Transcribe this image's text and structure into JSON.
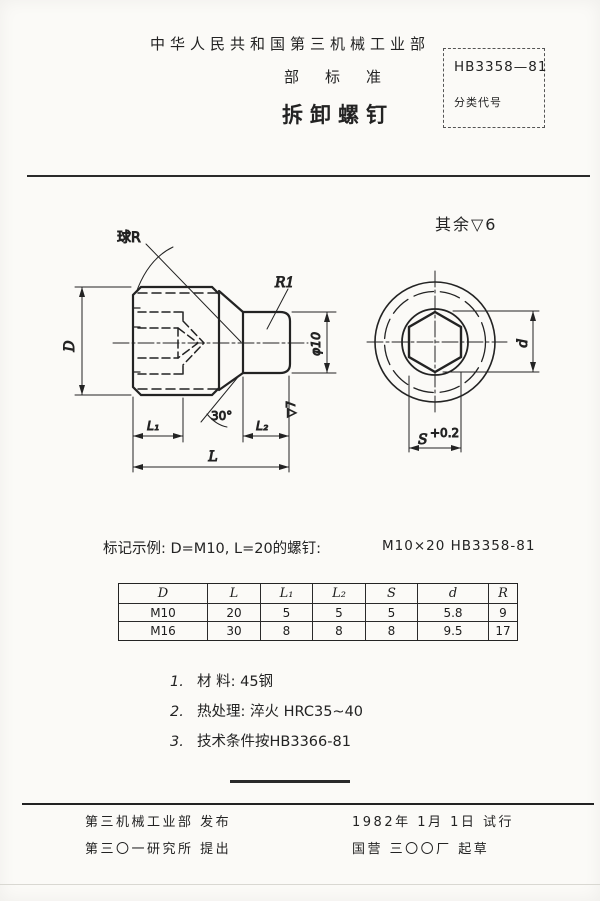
{
  "colors": {
    "paper": "#fbfaf7",
    "ink": "#232323"
  },
  "header": {
    "ministry": "中华人民共和国第三机械工业部",
    "standard_type": "部标准",
    "title": "拆卸螺钉",
    "standard_no": "HB3358—81",
    "class_label": "分类代号"
  },
  "drawing": {
    "finish_note": "其余▽6",
    "labels": {
      "sphere_r": "球R",
      "fillet": "R1",
      "diameter_head": "D",
      "diameter_stem": "φ10",
      "angle": "30°",
      "finish_stem": "▽7",
      "len1": "L₁",
      "len2": "L₂",
      "len_total": "L",
      "socket_dia": "d",
      "socket_width": "S",
      "socket_tol": "+0.2"
    }
  },
  "example": {
    "prefix": "标记示例: D=M10, L=20的螺钉:",
    "designation": "M10×20  HB3358-81"
  },
  "table": {
    "headers": [
      "D",
      "L",
      "L₁",
      "L₂",
      "S",
      "d",
      "R"
    ],
    "rows": [
      [
        "M10",
        "20",
        "5",
        "5",
        "5",
        "5.8",
        "9"
      ],
      [
        "M16",
        "30",
        "8",
        "8",
        "8",
        "9.5",
        "17"
      ]
    ]
  },
  "notes": [
    {
      "num": "1.",
      "text": "材  料: 45钢"
    },
    {
      "num": "2.",
      "text": "热处理: 淬火 HRC35~40"
    },
    {
      "num": "3.",
      "text": "技术条件按HB3366-81"
    }
  ],
  "footer": {
    "issued_by": "第三机械工业部  发布",
    "proposed_by": "第三〇一研究所  提出",
    "trial_date": "1982年 1月 1日  试行",
    "drafted_by": "国营 三〇〇厂  起草"
  }
}
